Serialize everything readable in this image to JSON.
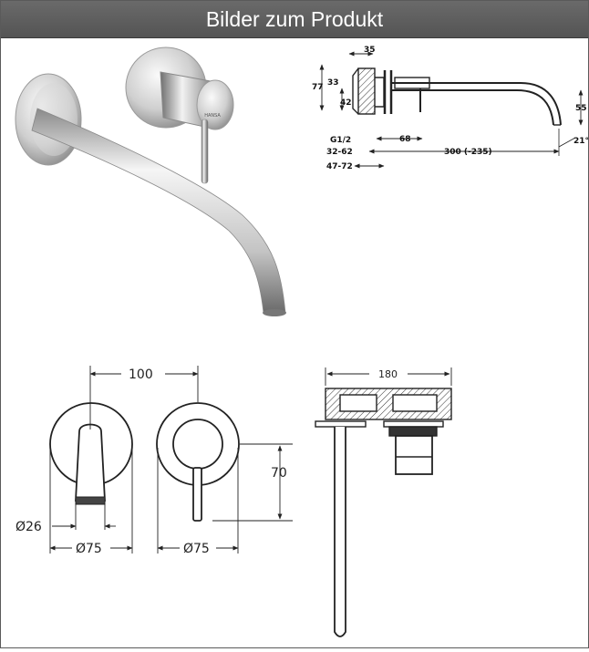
{
  "header": {
    "title": "Bilder zum Produkt"
  },
  "product_photo": {
    "brand_mark": "HANSA"
  },
  "side_section_drawing": {
    "dimensions": [
      "35",
      "33",
      "77",
      "42",
      "G1/2",
      "68",
      "32-62",
      "300 (-235)",
      "47-72",
      "55",
      "21°"
    ]
  },
  "front_view_drawing": {
    "dimensions": [
      "100",
      "70",
      "Ø26",
      "Ø75",
      "Ø75"
    ]
  },
  "top_view_drawing": {
    "dimensions": [
      "180"
    ]
  },
  "colors": {
    "header_bg": "#5e5e5e",
    "header_text": "#ffffff",
    "line": "#222222"
  }
}
